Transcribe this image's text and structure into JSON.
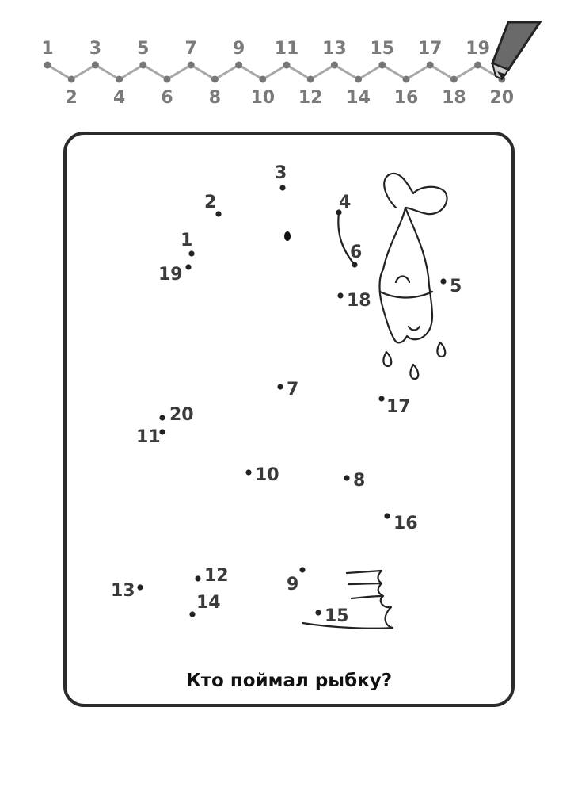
{
  "top_strip": {
    "labels": [
      "1",
      "2",
      "3",
      "4",
      "5",
      "6",
      "7",
      "8",
      "9",
      "10",
      "11",
      "12",
      "13",
      "14",
      "15",
      "16",
      "17",
      "18",
      "19",
      "20"
    ]
  },
  "dots": [
    {
      "label": "1"
    },
    {
      "label": "2"
    },
    {
      "label": "3"
    },
    {
      "label": "4"
    },
    {
      "label": "5"
    },
    {
      "label": "6"
    },
    {
      "label": "7"
    },
    {
      "label": "8"
    },
    {
      "label": "9"
    },
    {
      "label": "10"
    },
    {
      "label": "11"
    },
    {
      "label": "12"
    },
    {
      "label": "13"
    },
    {
      "label": "14"
    },
    {
      "label": "15"
    },
    {
      "label": "16"
    },
    {
      "label": "17"
    },
    {
      "label": "18"
    },
    {
      "label": "19"
    },
    {
      "label": "20"
    }
  ],
  "question": "Кто поймал рыбку?",
  "colors": {
    "ink": "#2b2b2b",
    "strip": "#8a8a8a",
    "pencil": "#555555"
  }
}
